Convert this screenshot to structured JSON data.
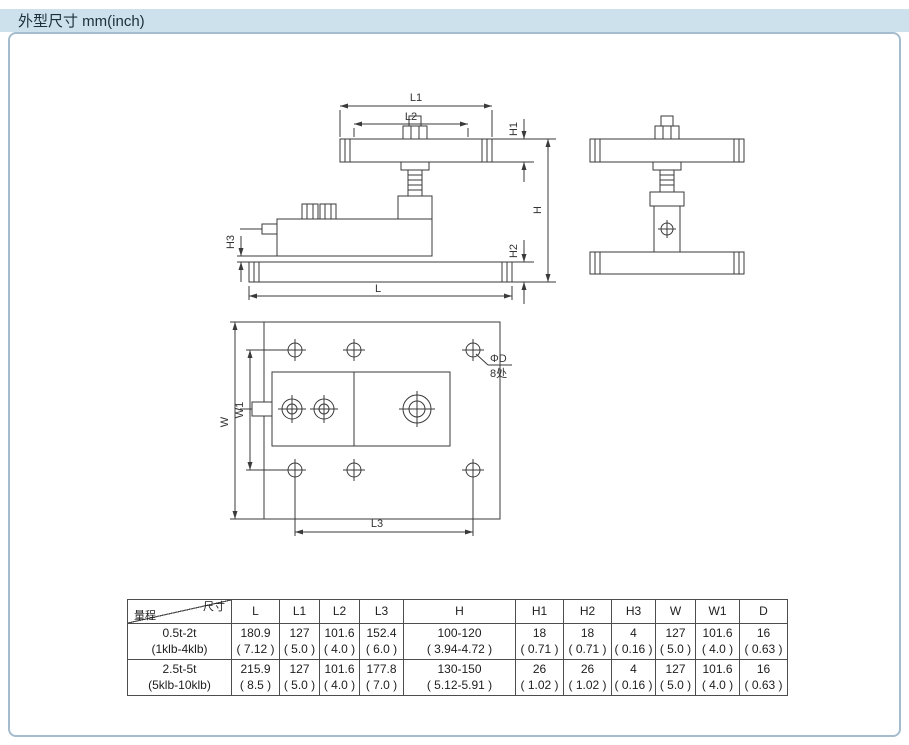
{
  "page": {
    "title": "外型尺寸 mm(inch)"
  },
  "colors": {
    "header_bg": "#cde1ed",
    "box_border": "#a4bccd",
    "drawing_line": "#3a3a3a",
    "table_border": "#4d4d4d"
  },
  "drawing": {
    "side_view": {
      "l1": "L1",
      "l2": "L2",
      "h1": "H1",
      "h": "H",
      "h2": "H2",
      "h3": "H3",
      "l": "L"
    },
    "top_view": {
      "w": "W",
      "w1": "W1",
      "l3": "L3",
      "hole_dia": "ΦD",
      "hole_places": "8处"
    }
  },
  "table": {
    "corner": {
      "top": "尺寸",
      "bottom": "量程"
    },
    "columns": [
      "L",
      "L1",
      "L2",
      "L3",
      "H",
      "H1",
      "H2",
      "H3",
      "W",
      "W1",
      "D"
    ],
    "rows": [
      {
        "range_line1": "0.5t-2t",
        "range_line2": "(1klb-4klb)",
        "values": [
          [
            "180.9",
            "( 7.12 )"
          ],
          [
            "127",
            "( 5.0 )"
          ],
          [
            "101.6",
            "( 4.0 )"
          ],
          [
            "152.4",
            "( 6.0 )"
          ],
          [
            "100-120",
            "( 3.94-4.72 )"
          ],
          [
            "18",
            "( 0.71 )"
          ],
          [
            "18",
            "( 0.71 )"
          ],
          [
            "4",
            "( 0.16 )"
          ],
          [
            "127",
            "( 5.0 )"
          ],
          [
            "101.6",
            "( 4.0 )"
          ],
          [
            "16",
            "( 0.63 )"
          ]
        ]
      },
      {
        "range_line1": "2.5t-5t",
        "range_line2": "(5klb-10klb)",
        "values": [
          [
            "215.9",
            "( 8.5 )"
          ],
          [
            "127",
            "( 5.0 )"
          ],
          [
            "101.6",
            "( 4.0 )"
          ],
          [
            "177.8",
            "( 7.0 )"
          ],
          [
            "130-150",
            "( 5.12-5.91 )"
          ],
          [
            "26",
            "( 1.02 )"
          ],
          [
            "26",
            "( 1.02 )"
          ],
          [
            "4",
            "( 0.16 )"
          ],
          [
            "127",
            "( 5.0 )"
          ],
          [
            "101.6",
            "( 4.0 )"
          ],
          [
            "16",
            "( 0.63 )"
          ]
        ]
      }
    ]
  }
}
